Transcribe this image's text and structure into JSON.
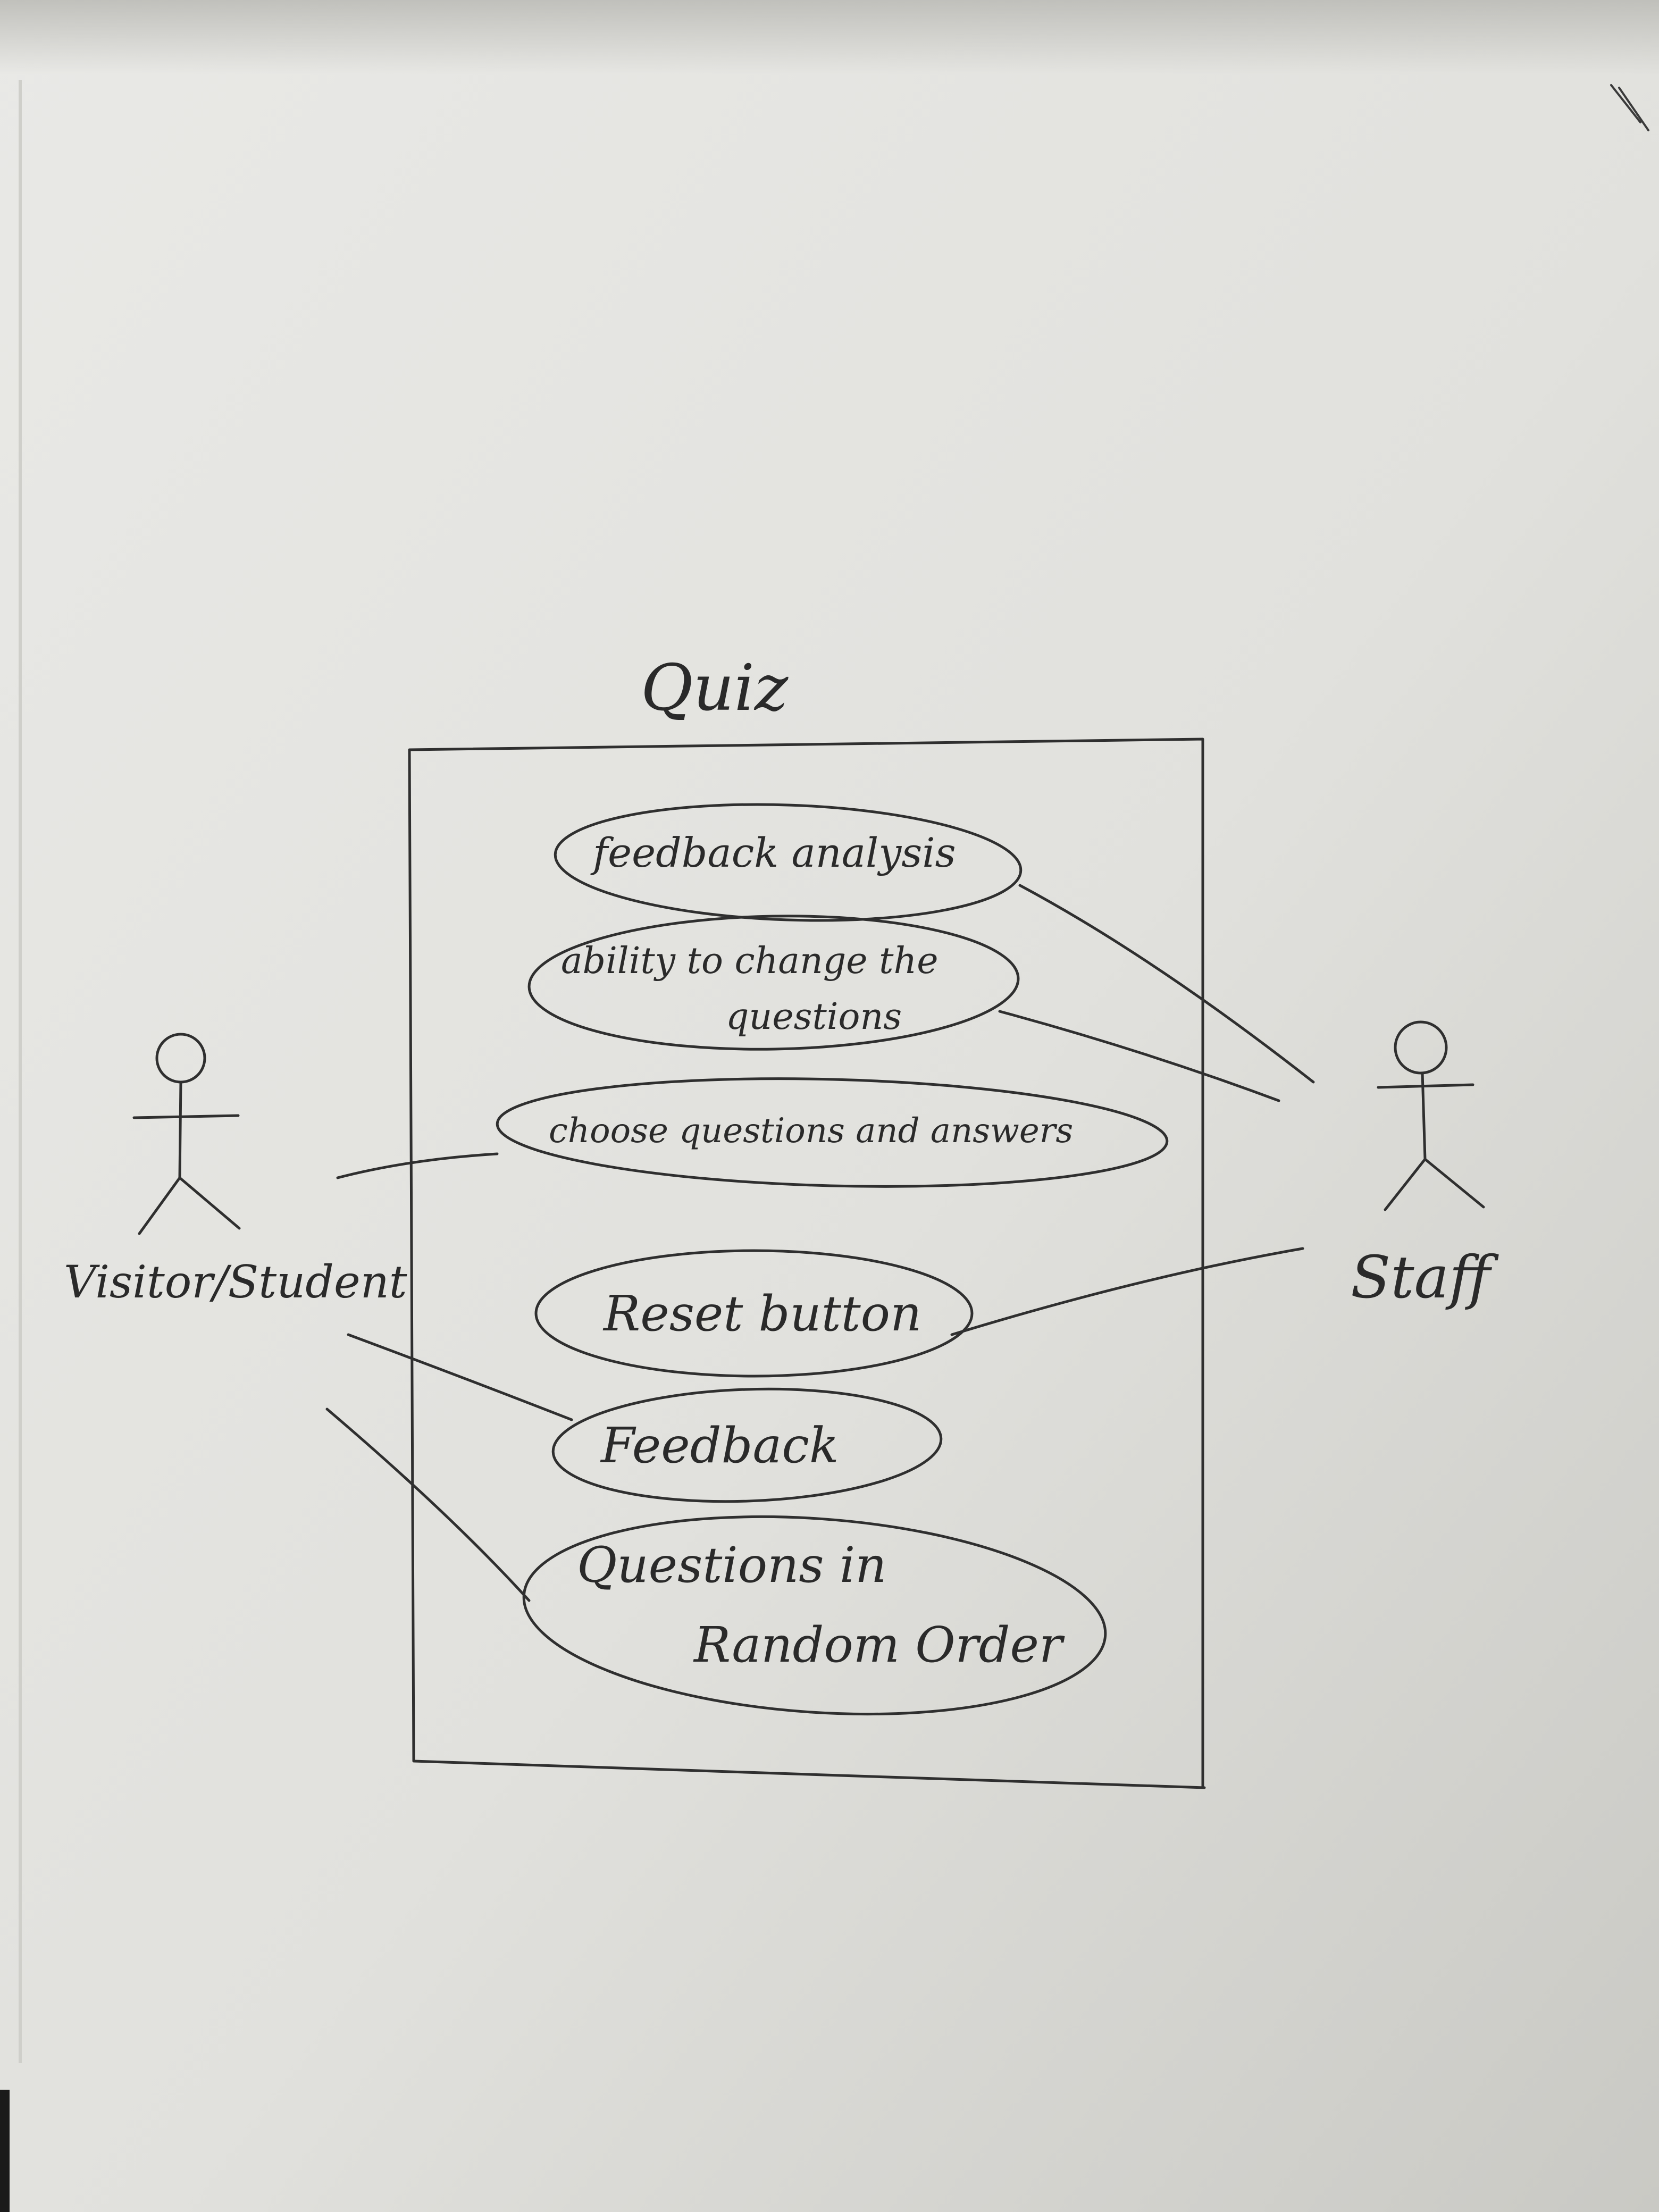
{
  "diagram": {
    "system_title": "Quiz",
    "actors": {
      "left": "Visitor/Student",
      "right": "Staff"
    },
    "use_cases": {
      "feedback_analysis": "feedback analysis",
      "change_questions_line1": "ability to change the",
      "change_questions_line2": "questions",
      "choose_questions": "choose questions and answers",
      "reset_button": "Reset button",
      "feedback": "Feedback",
      "random_order_line1": "Questions in",
      "random_order_line2": "Random Order"
    }
  },
  "colors": {
    "paper": "#e4e4e0",
    "paper_shadow": "#bdbdb8",
    "ink": "#2f2f2f",
    "table_edge": "#1a1a1a"
  }
}
